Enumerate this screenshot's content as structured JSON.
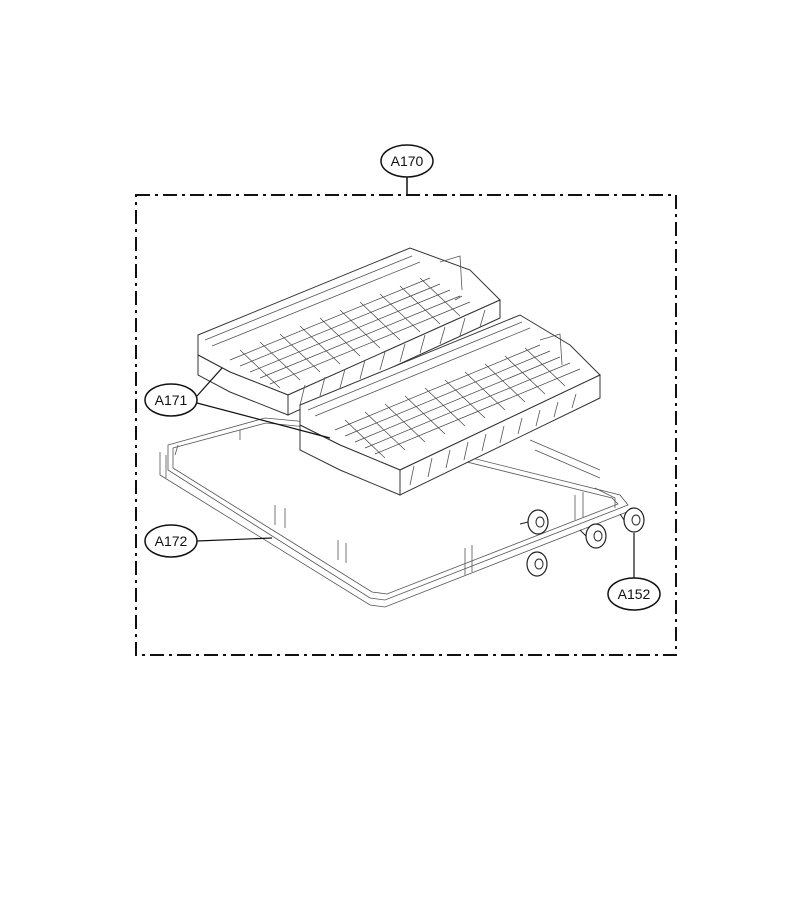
{
  "diagram": {
    "callouts": {
      "assembly": "A170",
      "basket": "A171",
      "rack_frame": "A172",
      "roller": "A152"
    }
  }
}
